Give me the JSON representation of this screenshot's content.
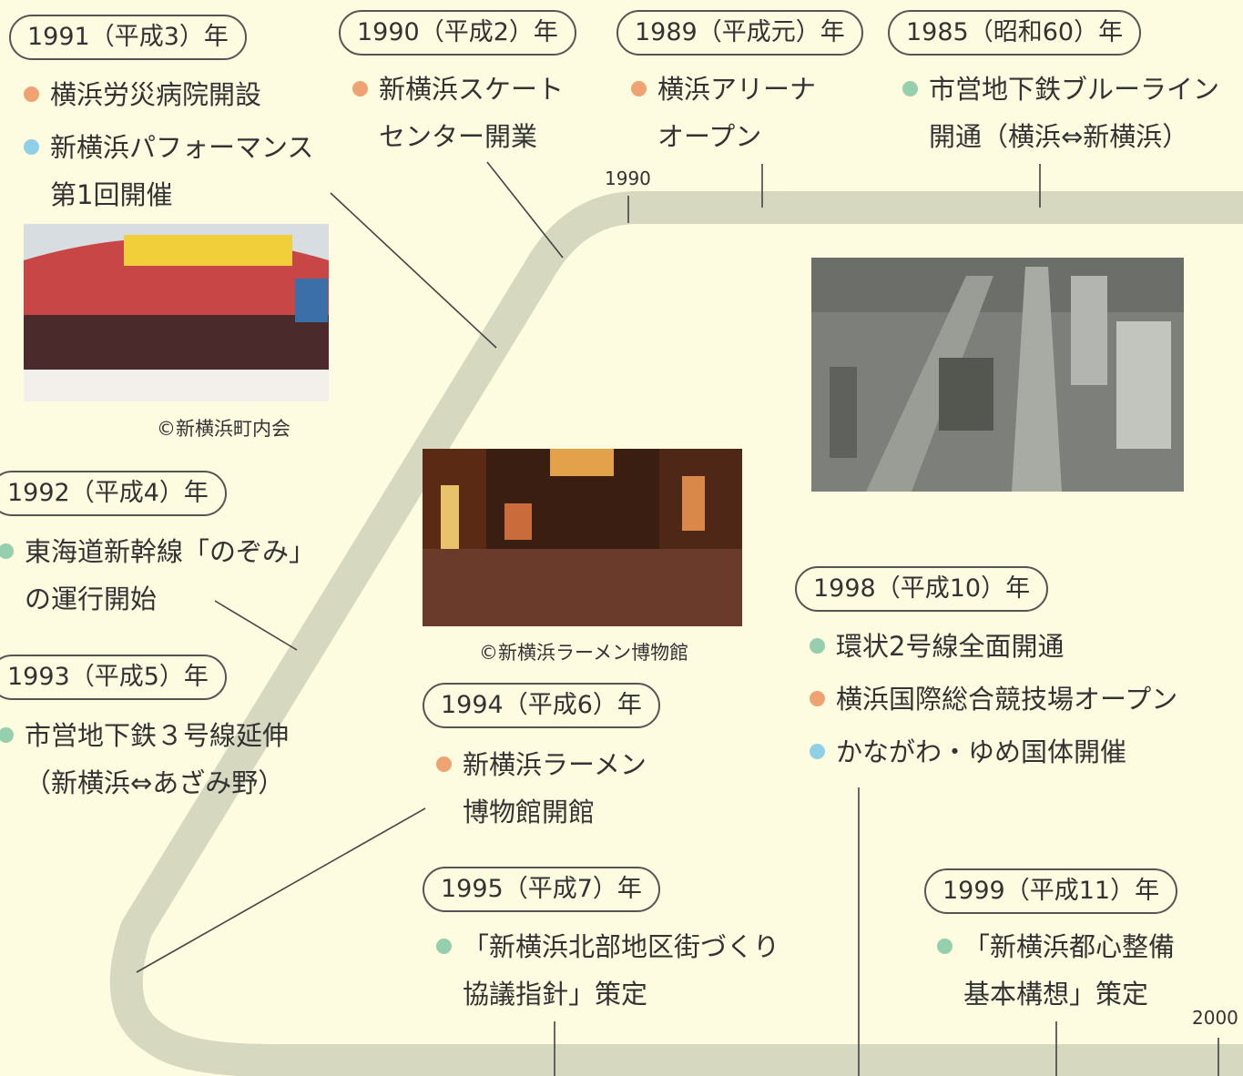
{
  "colors": {
    "orange": "#f0a372",
    "blue": "#8fd0e6",
    "green": "#96cfae",
    "track": "#d6d8bf"
  },
  "ticks": {
    "t1990": "1990",
    "t2000": "2000"
  },
  "events": {
    "y1985": {
      "year": "1985（昭和60）年",
      "items": [
        {
          "line1": "市営地下鉄ブルーライン",
          "line2": "開通（横浜⇔新横浜）",
          "color": "green"
        }
      ]
    },
    "y1989": {
      "year": "1989（平成元）年",
      "items": [
        {
          "line1": "横浜アリーナ",
          "line2": "オープン",
          "color": "orange"
        }
      ]
    },
    "y1990": {
      "year": "1990（平成2）年",
      "items": [
        {
          "line1": "新横浜スケート",
          "line2": "センター開業",
          "color": "orange"
        }
      ]
    },
    "y1991": {
      "year": "1991（平成3）年",
      "items": [
        {
          "line1": "横浜労災病院開設",
          "color": "orange"
        },
        {
          "line1": "新横浜パフォーマンス",
          "line2": "第1回開催",
          "color": "blue"
        }
      ]
    },
    "y1992": {
      "year": "1992（平成4）年",
      "items": [
        {
          "line1": "東海道新幹線「のぞみ」",
          "line2": "の運行開始",
          "color": "green"
        }
      ]
    },
    "y1993": {
      "year": "1993（平成5）年",
      "items": [
        {
          "line1": "市営地下鉄３号線延伸",
          "line2": "（新横浜⇔あざみ野）",
          "color": "green"
        }
      ]
    },
    "y1994": {
      "year": "1994（平成6）年",
      "items": [
        {
          "line1": "新横浜ラーメン",
          "line2": "博物館開館",
          "color": "orange"
        }
      ]
    },
    "y1995": {
      "year": "1995（平成7）年",
      "items": [
        {
          "line1": "「新横浜北部地区街づくり",
          "line2": "協議指針」策定",
          "color": "green"
        }
      ]
    },
    "y1998": {
      "year": "1998（平成10）年",
      "items": [
        {
          "line1": "環状2号線全面開通",
          "color": "green"
        },
        {
          "line1": "横浜国際総合競技場オープン",
          "color": "orange"
        },
        {
          "line1": "かながわ・ゆめ国体開催",
          "color": "blue"
        }
      ]
    },
    "y1999": {
      "year": "1999（平成11）年",
      "items": [
        {
          "line1": "「新横浜都心整備",
          "line2": "基本構想」策定",
          "color": "green"
        }
      ]
    }
  },
  "photos": {
    "performance": {
      "caption": "©新横浜町内会"
    },
    "ramen": {
      "caption": "©新横浜ラーメン博物館"
    }
  }
}
